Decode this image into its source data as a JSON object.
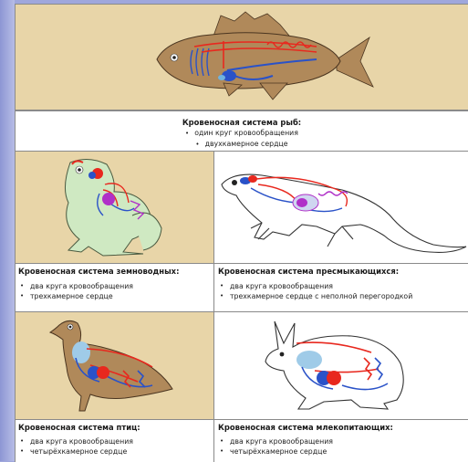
{
  "colors": {
    "panel_bg": "#e8d5a8",
    "animal_brown": "#b0895a",
    "artery_red": "#e8281e",
    "vein_blue": "#2a52c8",
    "heart_purple": "#b030c8"
  },
  "fish": {
    "title": "Кровеносная система рыб:",
    "items": [
      "один круг кровообращения",
      "двухкамерное сердце"
    ]
  },
  "amphibians": {
    "title": "Кровеносная система земноводных:",
    "items": [
      "два круга кровообращения",
      "трехкамерное сердце"
    ]
  },
  "reptiles": {
    "title": "Кровеносная система пресмыкающихся:",
    "items": [
      "два круга кровообращения",
      "трехкамерное сердце с неполной перегородкой"
    ]
  },
  "birds": {
    "title": "Кровеносная система птиц:",
    "items": [
      "два круга кровообращения",
      "четырёхкамерное сердце"
    ]
  },
  "mammals": {
    "title": "Кровеносная система млекопитающих:",
    "items": [
      "два круга кровообращения",
      "четырёхкамерное сердце"
    ]
  }
}
